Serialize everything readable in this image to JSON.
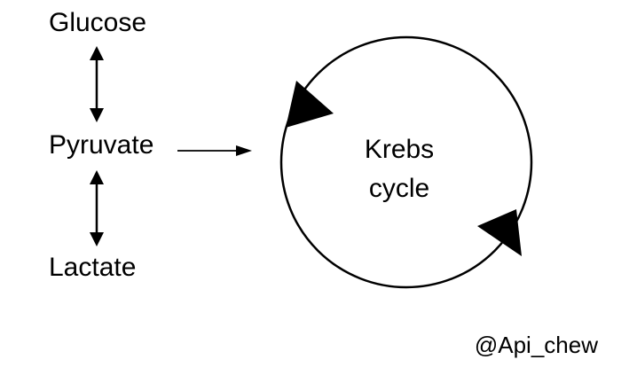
{
  "nodes": {
    "glucose": "Glucose",
    "pyruvate": "Pyruvate",
    "lactate": "Lactate"
  },
  "krebs_cycle": {
    "line1": "Krebs",
    "line2": "cycle"
  },
  "credit": "@Api_chew",
  "colors": {
    "background": "#ffffff",
    "ink": "#000000"
  }
}
